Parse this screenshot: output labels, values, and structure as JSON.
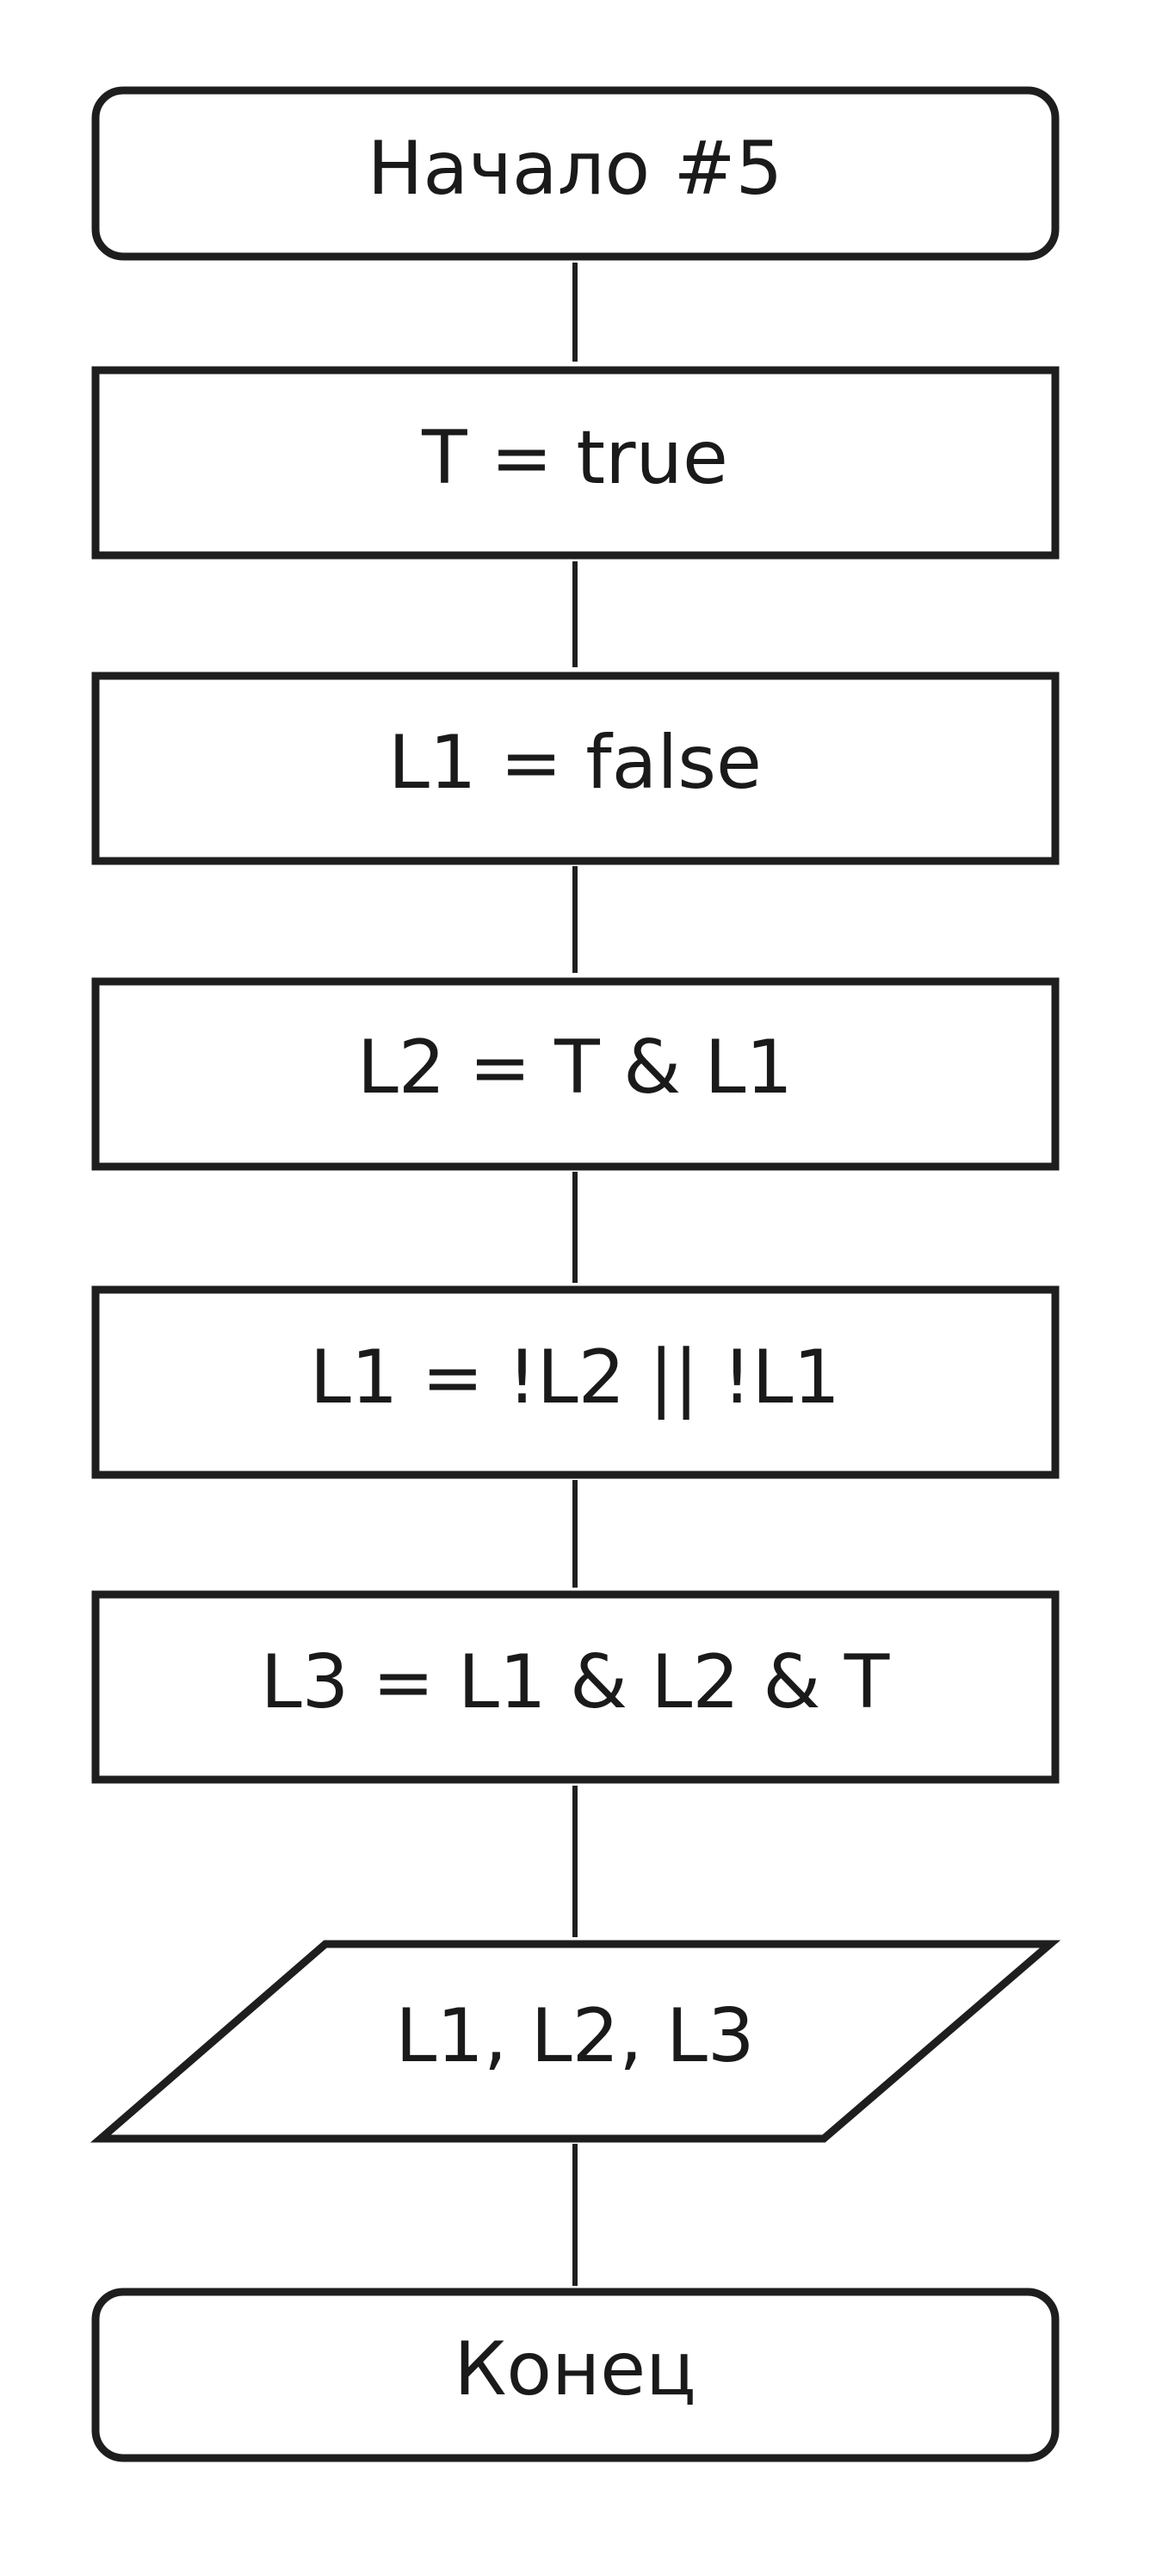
{
  "diagram": {
    "type": "flowchart",
    "colors": {
      "stroke": "#1e1e1e",
      "fill": "#ffffff",
      "text": "#1a1a1a"
    },
    "nodes": [
      {
        "id": "start",
        "shape": "terminator",
        "label": "Начало #5"
      },
      {
        "id": "step1",
        "shape": "process",
        "label": "T = true"
      },
      {
        "id": "step2",
        "shape": "process",
        "label": "L1 = false"
      },
      {
        "id": "step3",
        "shape": "process",
        "label": "L2 = T & L1"
      },
      {
        "id": "step4",
        "shape": "process",
        "label": "L1 = !L2 || !L1"
      },
      {
        "id": "step5",
        "shape": "process",
        "label": "L3 = L1 & L2 & T"
      },
      {
        "id": "output",
        "shape": "input-output",
        "label": "L1, L2, L3"
      },
      {
        "id": "end",
        "shape": "terminator",
        "label": "Конец"
      }
    ],
    "edges": [
      {
        "from": "start",
        "to": "step1"
      },
      {
        "from": "step1",
        "to": "step2"
      },
      {
        "from": "step2",
        "to": "step3"
      },
      {
        "from": "step3",
        "to": "step4"
      },
      {
        "from": "step4",
        "to": "step5"
      },
      {
        "from": "step5",
        "to": "output"
      },
      {
        "from": "output",
        "to": "end"
      }
    ]
  }
}
